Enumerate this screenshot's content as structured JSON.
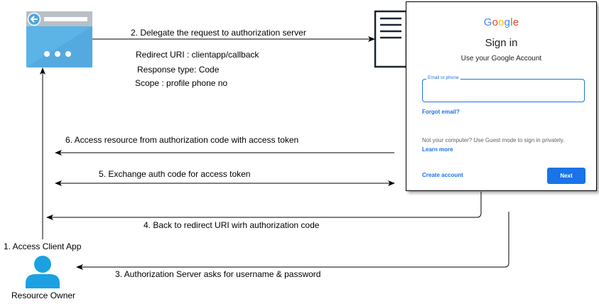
{
  "client_app": {
    "icon": "browser-window-icon",
    "color": "#5bb3e6"
  },
  "auth_server": {
    "icon": "server-document-icon"
  },
  "resource_owner": {
    "label": "Resource Owner",
    "icon": "user-icon",
    "color": "#1ba1e2"
  },
  "steps": {
    "s1": "1. Access Client App",
    "s2": "2. Delegate the request to authorization server",
    "s3": "3. Authorization Server asks for username & password",
    "s4": "4. Back to redirect URI wirh authorization code",
    "s5": "5. Exchange auth code for access token",
    "s6": "6. Access resource from authorization code with access token"
  },
  "request_params": {
    "redirect": "Redirect URI : clientapp/callback",
    "response_type": "Response type: Code",
    "scope": "Scope : profile phone no"
  },
  "signin": {
    "logo": [
      {
        "char": "G",
        "color": "#4285f4"
      },
      {
        "char": "o",
        "color": "#ea4335"
      },
      {
        "char": "o",
        "color": "#fbbc05"
      },
      {
        "char": "g",
        "color": "#4285f4"
      },
      {
        "char": "l",
        "color": "#34a853"
      },
      {
        "char": "e",
        "color": "#ea4335"
      }
    ],
    "title": "Sign in",
    "subtitle": "Use your Google Account",
    "field_label": "Email or phone",
    "forgot": "Forgot email?",
    "guest_text": "Not your computer? Use Guest mode to sign in privately.",
    "learn_more": "Learn more",
    "create_account": "Create account",
    "next_label": "Next",
    "accent": "#1a73e8"
  }
}
